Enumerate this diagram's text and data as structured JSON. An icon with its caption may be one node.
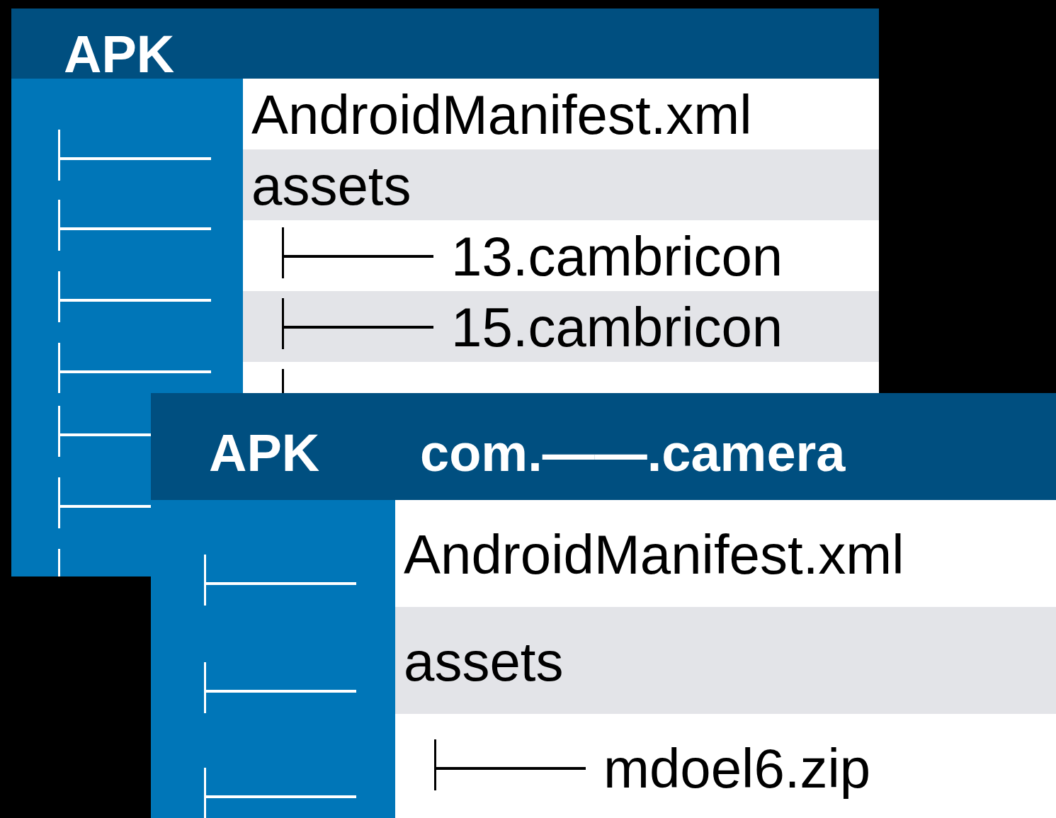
{
  "diagram": {
    "nodes": [
      {
        "text": [
          "APK"
        ]
      },
      {
        "text": [
          "AndroidManifest.xml"
        ],
        "in": 0
      },
      {
        "text": [
          "assets"
        ],
        "in": 0
      },
      {
        "text": [
          "13.cambricon"
        ],
        "in": 0
      },
      {
        "text": [
          "15.cambricon"
        ],
        "in": 0
      },
      {
        "text": [],
        "shape": "box",
        "in": 0
      },
      {
        "text": [
          "APK",
          "com.——.camera"
        ]
      },
      {
        "text": [
          "AndroidManifest.xml"
        ],
        "in": 6
      },
      {
        "text": [
          "assets"
        ],
        "in": 6
      },
      {
        "text": [
          "mdoel6.zip"
        ],
        "in": 6
      }
    ]
  }
}
